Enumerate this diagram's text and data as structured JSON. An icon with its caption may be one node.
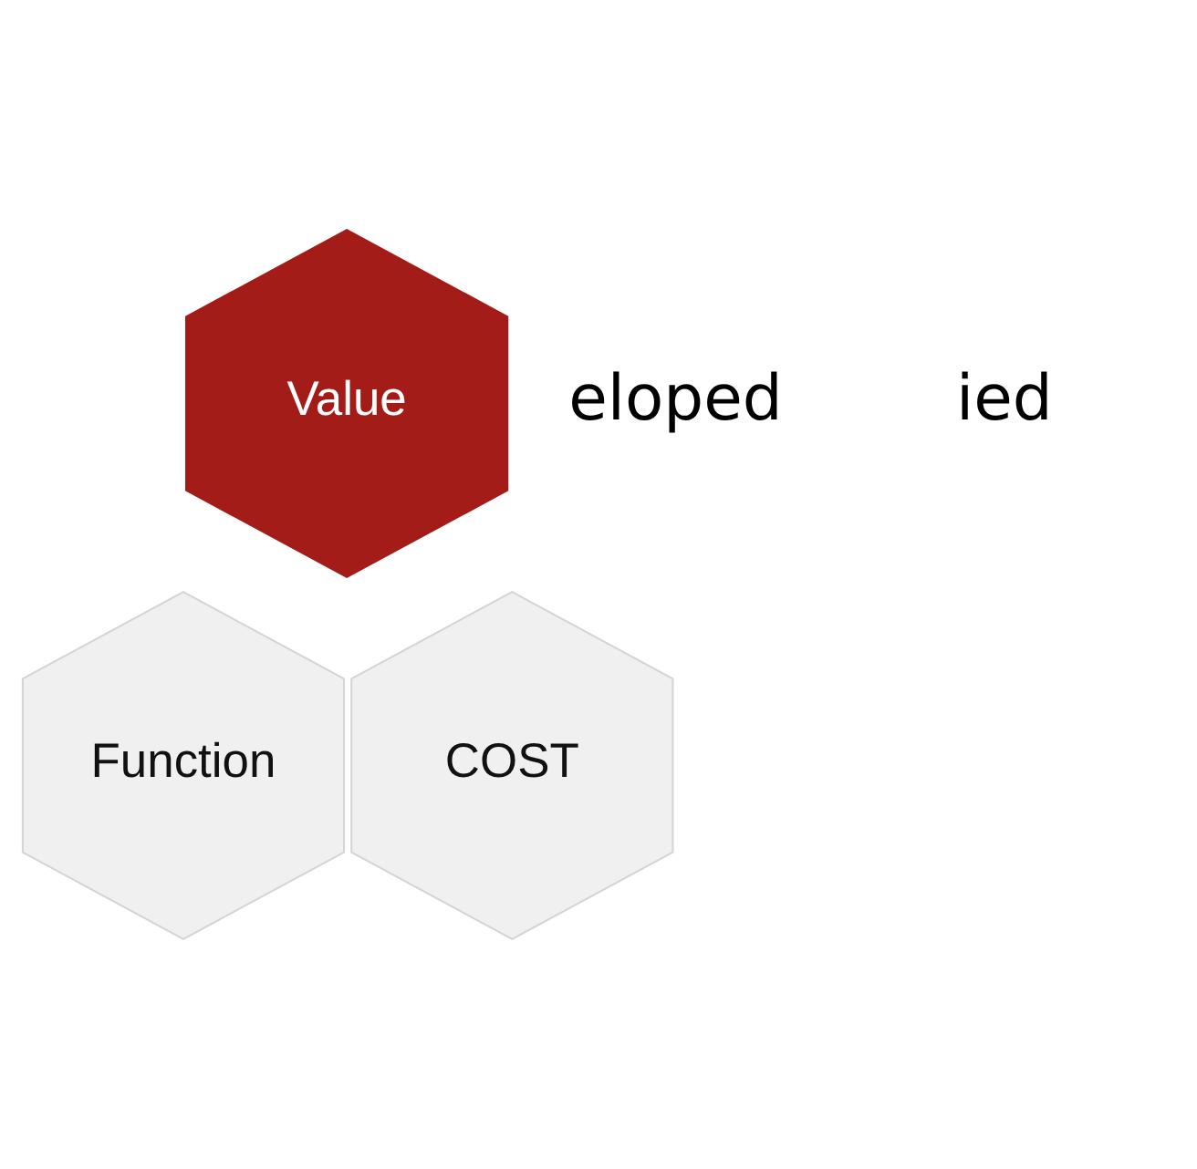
{
  "diagram": {
    "nodes": [
      {
        "text": [
          "Value"
        ]
      },
      {
        "text": [
          "Function"
        ]
      },
      {
        "text": [
          "COST"
        ]
      }
    ],
    "edges": [],
    "labels": [
      "eloped",
      "ied"
    ]
  }
}
